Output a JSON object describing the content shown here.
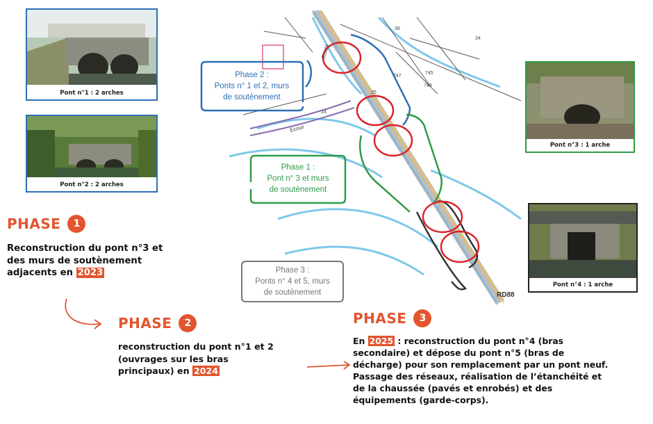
{
  "photos": [
    {
      "caption": "Pont n°1 : 2 arches",
      "color": "#2d6fb6"
    },
    {
      "caption": "Pont n°2 : 2 arches",
      "color": "#2d6fb6"
    },
    {
      "caption": "Pont n°3 : 1 arche",
      "color": "#2e9a48"
    },
    {
      "caption": "Pont n°4 : 1 arche",
      "color": "#222222"
    }
  ],
  "map": {
    "phase2_label": {
      "line1": "Phase 2 :",
      "line2": "Ponts n° 1 et 2, murs",
      "line3": "de soutènement",
      "color": "#2d6fb6"
    },
    "phase1_label": {
      "line1": "Phase 1 :",
      "line2": "Pont n° 3 et murs",
      "line3": "de  soutènement",
      "color": "#2e9a48"
    },
    "phase3_label": {
      "line1": "Phase 3 :",
      "line2": "Ponts n° 4 et 5, murs",
      "line3": "de soutènement",
      "color": "#777777"
    },
    "road_label": "RD88",
    "parcels": [
      "38",
      "34",
      "747",
      "749",
      "25",
      "24",
      "745"
    ],
    "place_labels": [
      "Route",
      "Ecour"
    ]
  },
  "phases": [
    {
      "word": "PHASE",
      "number": "1",
      "text_a": "Reconstruction du pont n°3 et",
      "text_b": "des murs de soutènement",
      "text_c": "adjacents en ",
      "year": "2023"
    },
    {
      "word": "PHASE",
      "number": "2",
      "text_a": "reconstruction du pont n°1 et 2",
      "text_b": "(ouvrages sur les bras",
      "text_c": "principaux)  en ",
      "year": "2024"
    },
    {
      "word": "PHASE",
      "number": "3",
      "text_pre": "En ",
      "year": "2025",
      "text_a": " : reconstruction du pont n°4 (bras",
      "text_b": "secondaire) et dépose du pont n°5 (bras de",
      "text_c": "décharge) pour son remplacement par un pont neuf.",
      "text_d": "Passage des réseaux, réalisation de l’étanchéité et",
      "text_e": "de la chaussée (pavés et enrobés) et des",
      "text_f": "équipements (garde-corps)."
    }
  ],
  "colors": {
    "accent": "#e2552f",
    "phase1": "#2e9a48",
    "phase2": "#2d6fb6",
    "phase3": "#333333",
    "marker": "#d9232a"
  }
}
